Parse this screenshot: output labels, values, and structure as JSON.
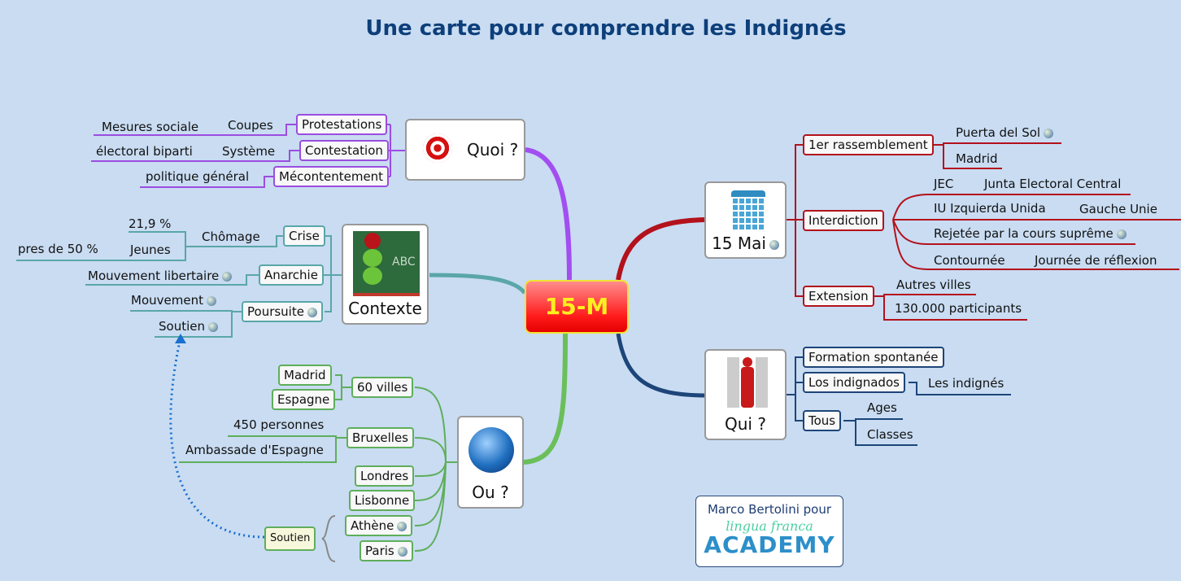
{
  "title": "Une carte pour comprendre les Indignés",
  "center": {
    "label": "15-M"
  },
  "colors": {
    "quoi": "#9b4de0",
    "contexte": "#5aa6a8",
    "ou": "#5fae5b",
    "mai": "#b3121c",
    "qui": "#1d4579",
    "link": "#1a6fd0"
  },
  "quoi": {
    "label": "Quoi ?",
    "icon": "target-icon",
    "children": [
      {
        "label": "Protestations",
        "sub": "Coupes",
        "leaf": "Mesures sociale"
      },
      {
        "label": "Contestation",
        "sub": "Système",
        "leaf": "électoral biparti"
      },
      {
        "label": "Mécontentement",
        "leaf": "politique général"
      }
    ]
  },
  "contexte": {
    "label": "Contexte",
    "icon": "chalkboard-apples-icon",
    "crise": {
      "label": "Crise",
      "sub": "Chômage",
      "leaf1": "21,9 %",
      "sub2": "Jeunes",
      "leaf2": "pres de 50 %"
    },
    "anarchie": {
      "label": "Anarchie",
      "leaf": "Mouvement libertaire"
    },
    "poursuite": {
      "label": "Poursuite",
      "leaf1": "Mouvement",
      "leaf2": "Soutien"
    }
  },
  "ou": {
    "label": "Ou ?",
    "icon": "globe-icon",
    "villes": {
      "label": "60 villes",
      "leaf1": "Madrid",
      "leaf2": "Espagne"
    },
    "bruxelles": {
      "label": "Bruxelles",
      "leaf1": "450 personnes",
      "leaf2": "Ambassade d'Espagne"
    },
    "others": [
      "Londres",
      "Lisbonne",
      "Athène",
      "Paris"
    ],
    "soutien": "Soutien"
  },
  "mai": {
    "label": "15 Mai",
    "icon": "calendar-icon",
    "rassemblement": {
      "label": "1er rassemblement",
      "leaf1": "Puerta del Sol",
      "leaf2": "Madrid"
    },
    "interdiction": {
      "label": "Interdiction",
      "items": [
        {
          "a": "JEC",
          "b": "Junta Electoral Central"
        },
        {
          "a": "IU Izquierda Unida",
          "b": "Gauche Unie"
        },
        {
          "a": "Rejetée par la cours suprême"
        },
        {
          "a": "Contournée",
          "b": "Journée de réflexion"
        }
      ]
    },
    "extension": {
      "label": "Extension",
      "leaf1": "Autres villes",
      "leaf2": "130.000 participants"
    }
  },
  "qui": {
    "label": "Qui ?",
    "icon": "crowd-figure-icon",
    "formation": "Formation spontanée",
    "indignados": {
      "label": "Los indignados",
      "leaf": "Les indignés"
    },
    "tous": {
      "label": "Tous",
      "leaf1": "Ages",
      "leaf2": "Classes"
    }
  },
  "credit": {
    "line1": "Marco Bertolini pour",
    "line2": "lingua franca",
    "line3": "ACADEMY"
  }
}
